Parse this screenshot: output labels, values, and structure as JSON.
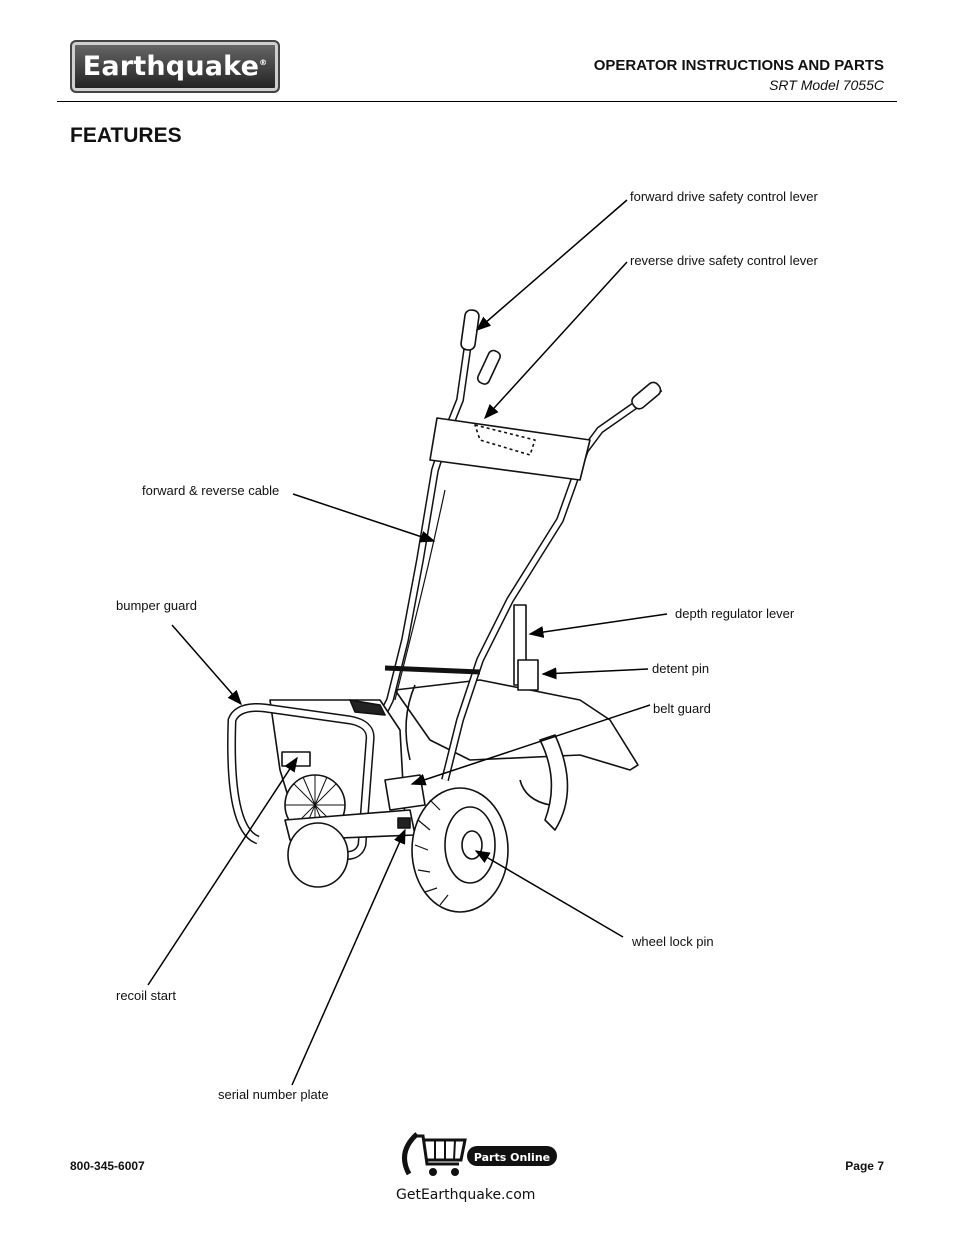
{
  "header": {
    "brand": "Earthquake",
    "title": "OPERATOR INSTRUCTIONS AND PARTS",
    "subtitle": "SRT Model 7055C"
  },
  "section_title": "FEATURES",
  "callouts": {
    "forward_drive": "forward drive safety control lever",
    "reverse_drive": "reverse drive safety control lever",
    "cable": "forward & reverse cable",
    "bumper_guard": "bumper guard",
    "depth_lever": "depth regulator lever",
    "detent_pin": "detent pin",
    "belt_guard": "belt guard",
    "wheel_lock_pin": "wheel lock pin",
    "recoil_start": "recoil start",
    "serial_plate": "serial number plate"
  },
  "footer": {
    "phone": "800-345-6007",
    "page": "Page 7",
    "parts_badge": "Parts Online",
    "website": "GetEarthquake.com"
  }
}
